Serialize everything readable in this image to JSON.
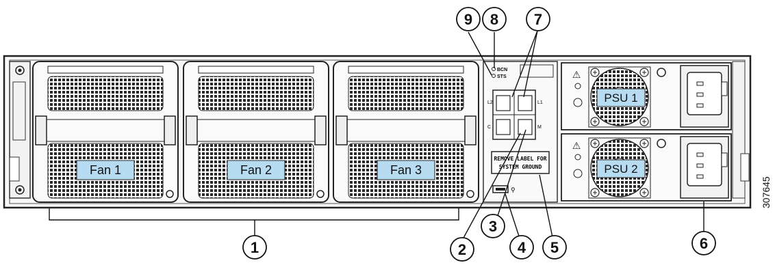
{
  "fans": [
    {
      "label": "Fan 1"
    },
    {
      "label": "Fan 2"
    },
    {
      "label": "Fan 3"
    }
  ],
  "psus": [
    {
      "label": "PSU 1"
    },
    {
      "label": "PSU 2"
    }
  ],
  "leds": {
    "bcn": "BCN",
    "sts": "STS"
  },
  "ports": {
    "l2": "L2",
    "l1": "L1",
    "c": "C",
    "m": "M"
  },
  "ground_label": {
    "line1": "REMOVE LABEL FOR",
    "line2": "SYSTEM GROUND"
  },
  "callouts": [
    "1",
    "2",
    "3",
    "4",
    "5",
    "6",
    "7",
    "8",
    "9"
  ],
  "figure_id": "307645",
  "colors": {
    "label_fill": "#b7dcf2",
    "line": "#1a1a1a",
    "chassis": "#f4f4f4"
  }
}
